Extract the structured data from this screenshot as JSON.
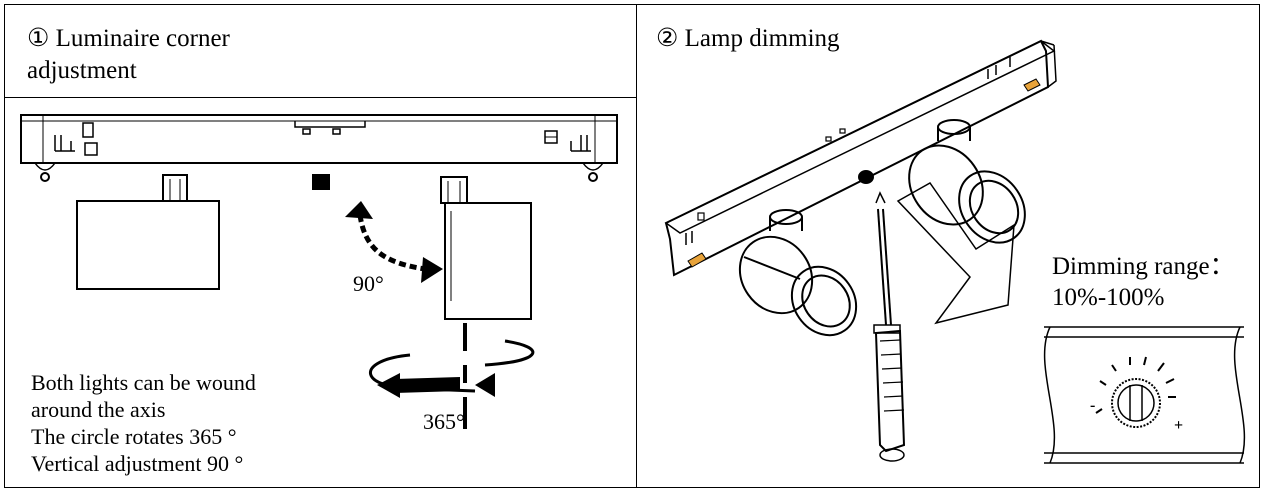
{
  "panels": [
    {
      "title_lines": [
        "① Luminaire corner",
        "adjustment"
      ],
      "angle_vertical": "90°",
      "angle_rotation": "365°",
      "notes": [
        "Both lights can be wound",
        "around the axis",
        "The circle rotates 365 °",
        "Vertical adjustment 90 °"
      ]
    },
    {
      "title_lines": [
        "② Lamp dimming"
      ],
      "dimming_label_lines": [
        "Dimming range：",
        "10%-100%"
      ],
      "dial_minus": "-",
      "dial_plus": "+"
    }
  ],
  "colors": {
    "line": "#000000",
    "accent": "#e8a33a"
  }
}
